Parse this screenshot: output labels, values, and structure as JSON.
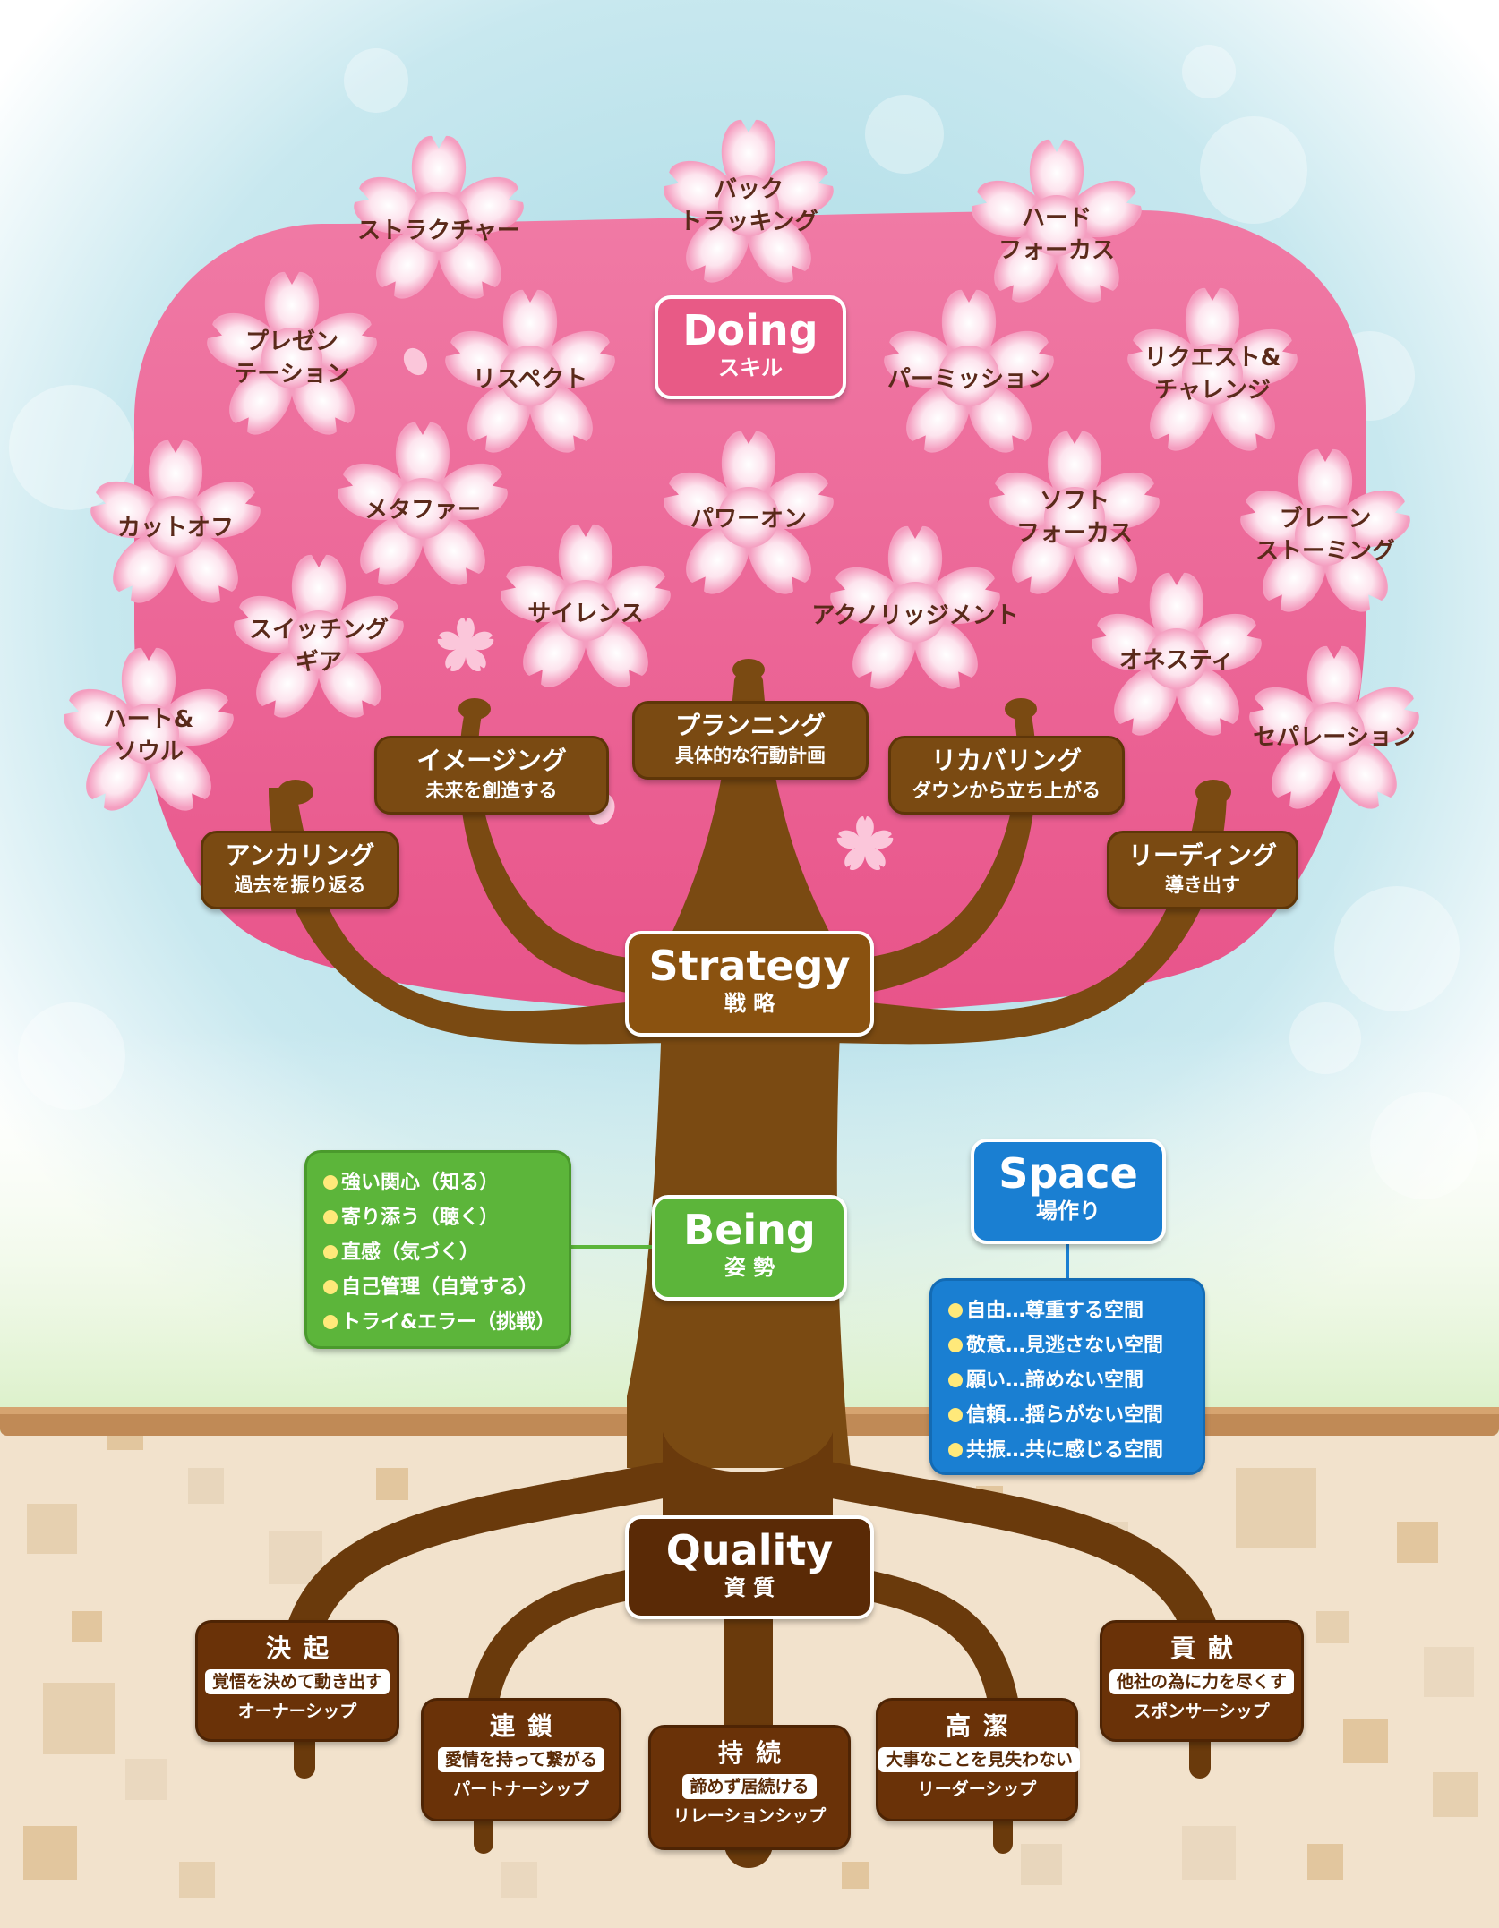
{
  "colors": {
    "canopy": "#ec5a8e",
    "trunk": "#7a4a12",
    "doing": "#e85a86",
    "strategy": "#8a5210",
    "being": "#5cb53a",
    "space": "#1a7fd2",
    "quality": "#5a2a06",
    "soil": "#f2e2cc",
    "ground_line": "#c08a56"
  },
  "doing": {
    "title": "Doing",
    "subtitle": "スキル"
  },
  "strategy": {
    "title": "Strategy",
    "subtitle": "戦 略"
  },
  "being": {
    "title": "Being",
    "subtitle": "姿 勢",
    "items": [
      "強い関心（知る）",
      "寄り添う（聴く）",
      "直感（気づく）",
      "自己管理（自覚する）",
      "トライ&エラー（挑戦）"
    ]
  },
  "space": {
    "title": "Space",
    "subtitle": "場作り",
    "items": [
      "自由…尊重する空間",
      "敬意…見逃さない空間",
      "願い…諦めない空間",
      "信頼…揺らがない空間",
      "共振…共に感じる空間"
    ]
  },
  "quality": {
    "title": "Quality",
    "subtitle": "資 質"
  },
  "skills": [
    {
      "lines": [
        "バック",
        "トラッキング"
      ]
    },
    {
      "lines": [
        "ストラクチャー"
      ]
    },
    {
      "lines": [
        "ハード",
        "フォーカス"
      ]
    },
    {
      "lines": [
        "プレゼン",
        "テーション"
      ]
    },
    {
      "lines": [
        "リスペクト"
      ]
    },
    {
      "lines": [
        "パーミッション"
      ]
    },
    {
      "lines": [
        "リクエスト&",
        "チャレンジ"
      ]
    },
    {
      "lines": [
        "カットオフ"
      ]
    },
    {
      "lines": [
        "メタファー"
      ]
    },
    {
      "lines": [
        "パワーオン"
      ]
    },
    {
      "lines": [
        "ソフト",
        "フォーカス"
      ]
    },
    {
      "lines": [
        "ブレーン",
        "ストーミング"
      ]
    },
    {
      "lines": [
        "サイレンス"
      ]
    },
    {
      "lines": [
        "アクノリッジメント"
      ]
    },
    {
      "lines": [
        "スイッチング",
        "ギア"
      ]
    },
    {
      "lines": [
        "オネスティ"
      ]
    },
    {
      "lines": [
        "ハート&",
        "ソウル"
      ]
    },
    {
      "lines": [
        "セパレーション"
      ]
    }
  ],
  "strategies": [
    {
      "title": "プランニング",
      "desc": "具体的な行動計画"
    },
    {
      "title": "イメージング",
      "desc": "未来を創造する"
    },
    {
      "title": "リカバリング",
      "desc": "ダウンから立ち上がる"
    },
    {
      "title": "アンカリング",
      "desc": "過去を振り返る"
    },
    {
      "title": "リーディング",
      "desc": "導き出す"
    }
  ],
  "qualities": [
    {
      "title": "決起",
      "desc": "覚悟を決めて動き出す",
      "ship": "オーナーシップ"
    },
    {
      "title": "連鎖",
      "desc": "愛情を持って繋がる",
      "ship": "パートナーシップ"
    },
    {
      "title": "持続",
      "desc": "諦めず居続ける",
      "ship": "リレーションシップ"
    },
    {
      "title": "高潔",
      "desc": "大事なことを見失わない",
      "ship": "リーダーシップ"
    },
    {
      "title": "貢献",
      "desc": "他社の為に力を尽くす",
      "ship": "スポンサーシップ"
    }
  ]
}
